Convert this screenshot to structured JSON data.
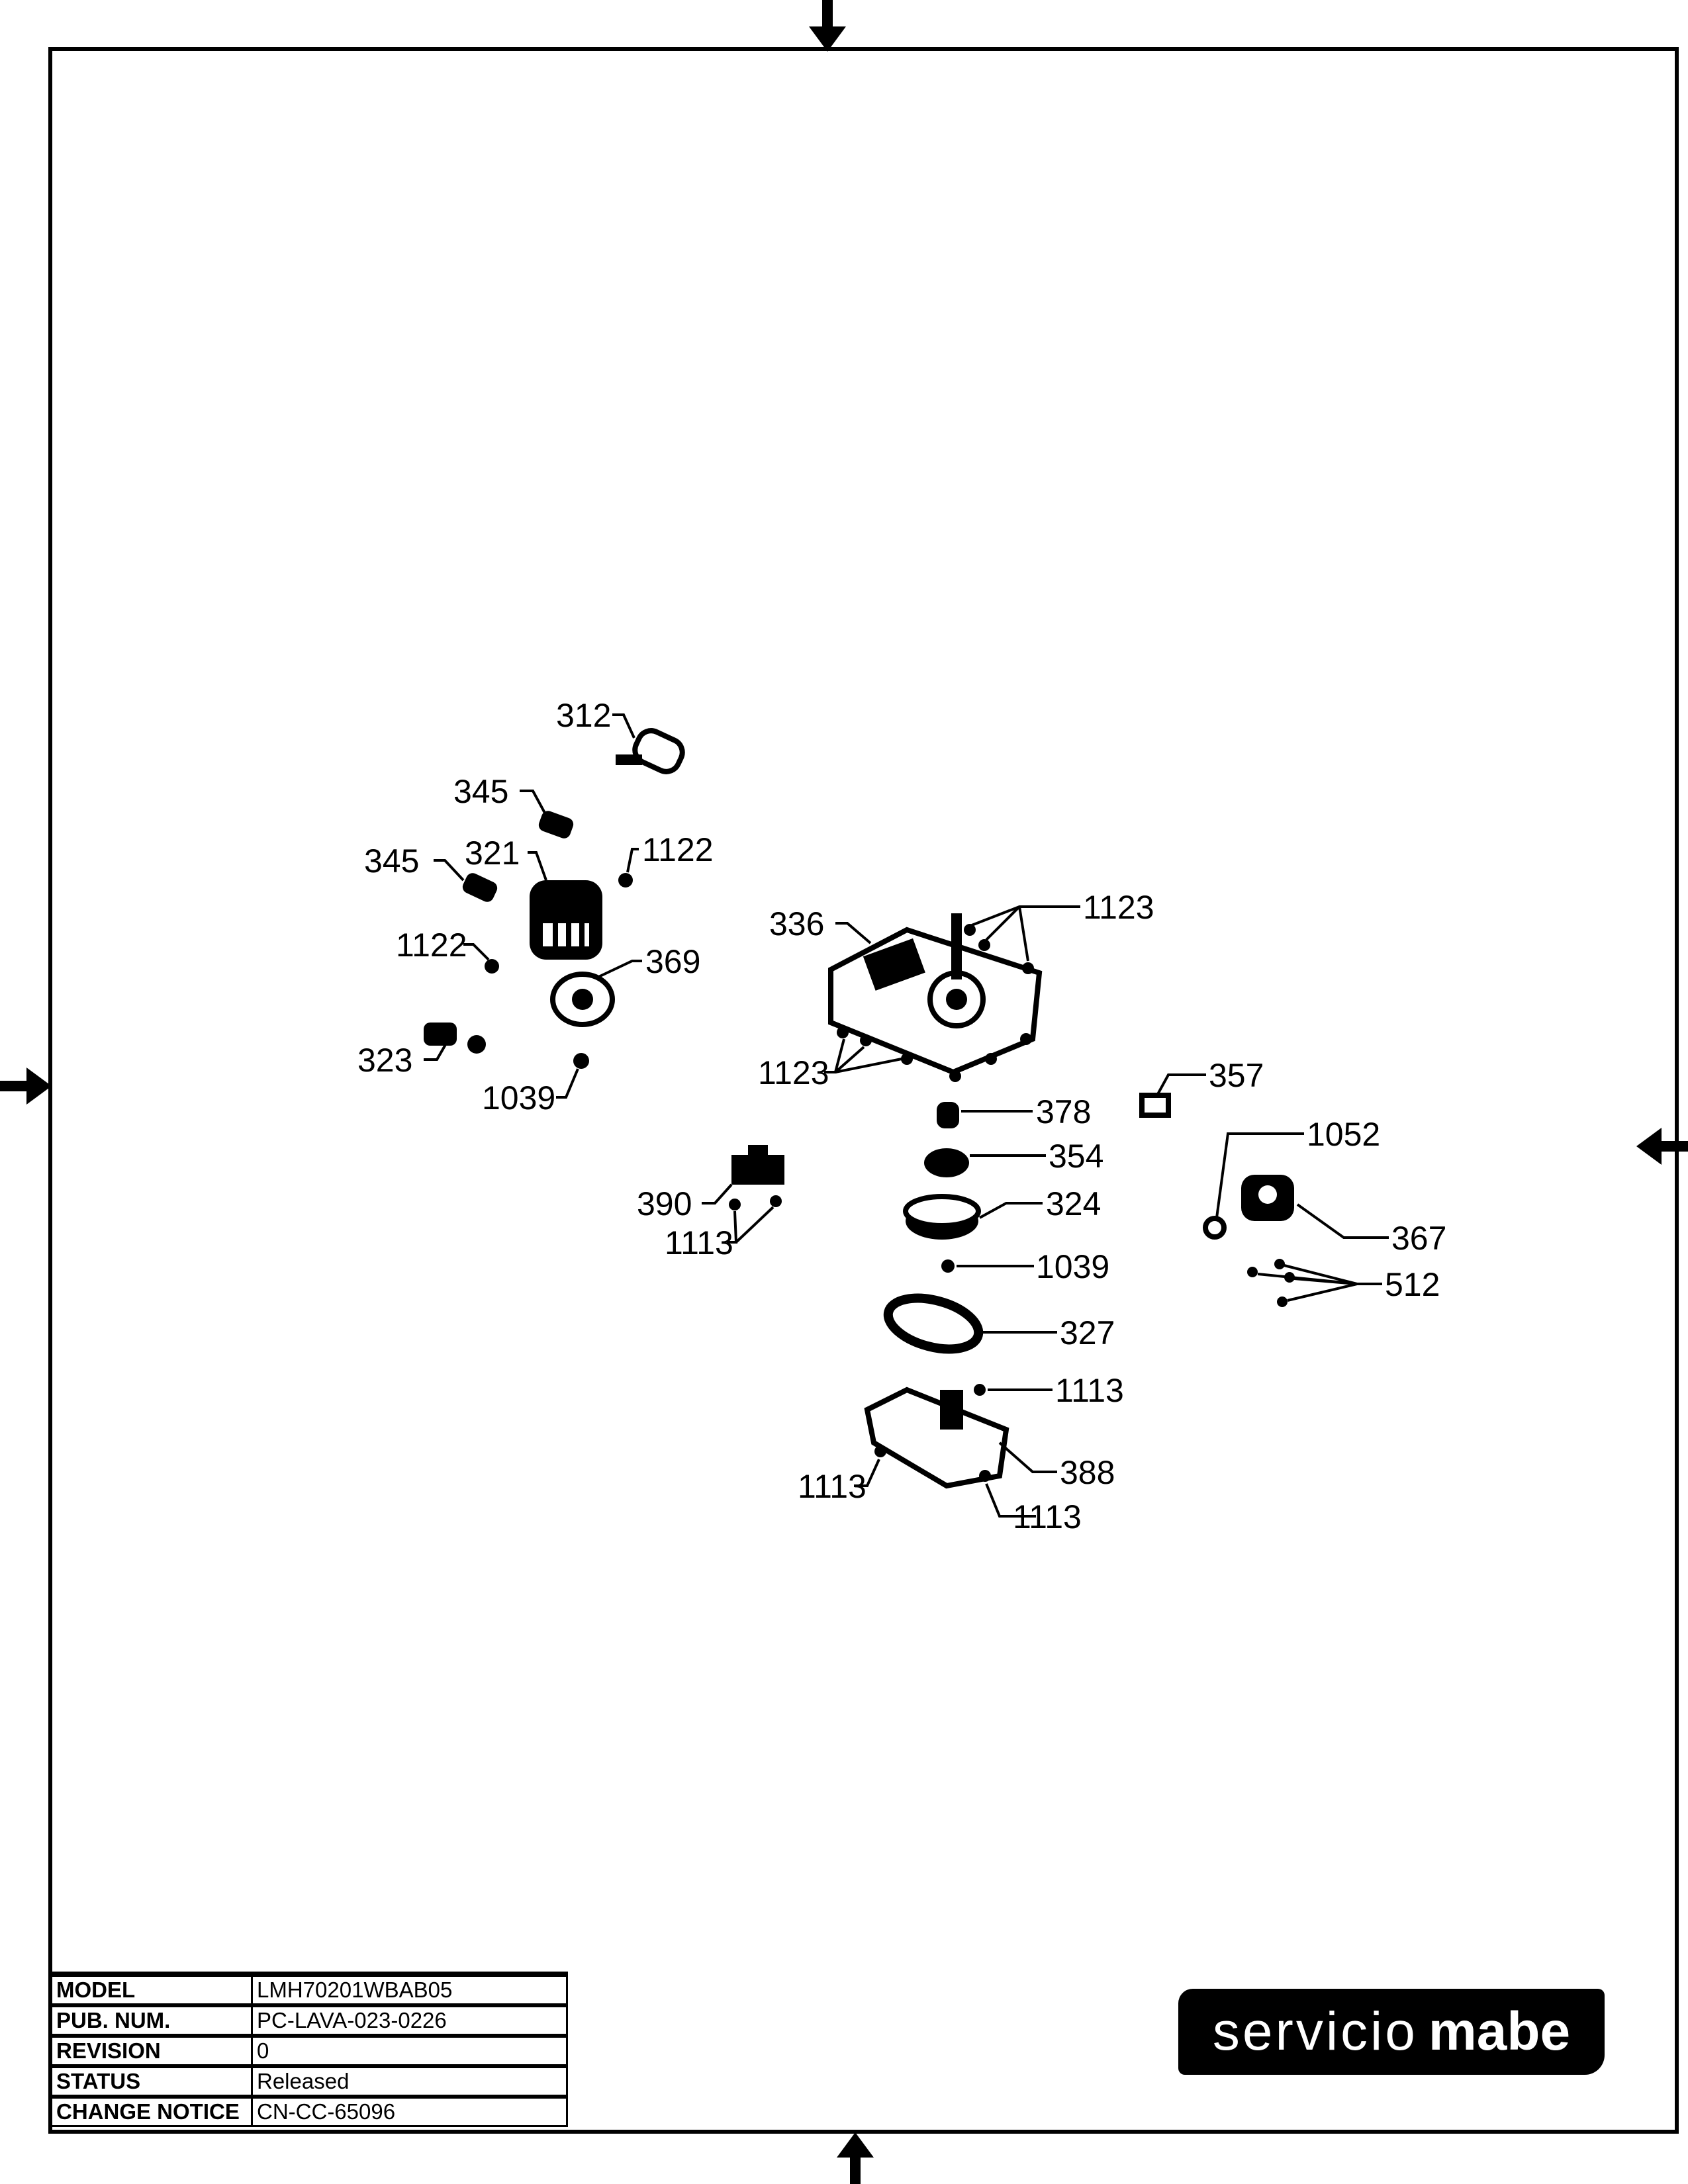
{
  "callouts": [
    "312",
    "345",
    "345",
    "321",
    "1122",
    "1122",
    "369",
    "323",
    "1039",
    "336",
    "1123",
    "1123",
    "357",
    "378",
    "354",
    "324",
    "1052",
    "390",
    "1113",
    "367",
    "1039",
    "512",
    "327",
    "1113",
    "388",
    "1113",
    "1113"
  ],
  "title_block": {
    "model_label": "MODEL",
    "model": "LMH70201WBAB05",
    "pub_label": "PUB. NUM.",
    "pub": "PC-LAVA-023-0226",
    "revision_label": "REVISION",
    "revision": "0",
    "status_label": "STATUS",
    "status": "Released",
    "change_label": "CHANGE NOTICE",
    "change": "CN-CC-65096"
  },
  "logo": {
    "word1": "servicio",
    "word2": "mabe"
  }
}
